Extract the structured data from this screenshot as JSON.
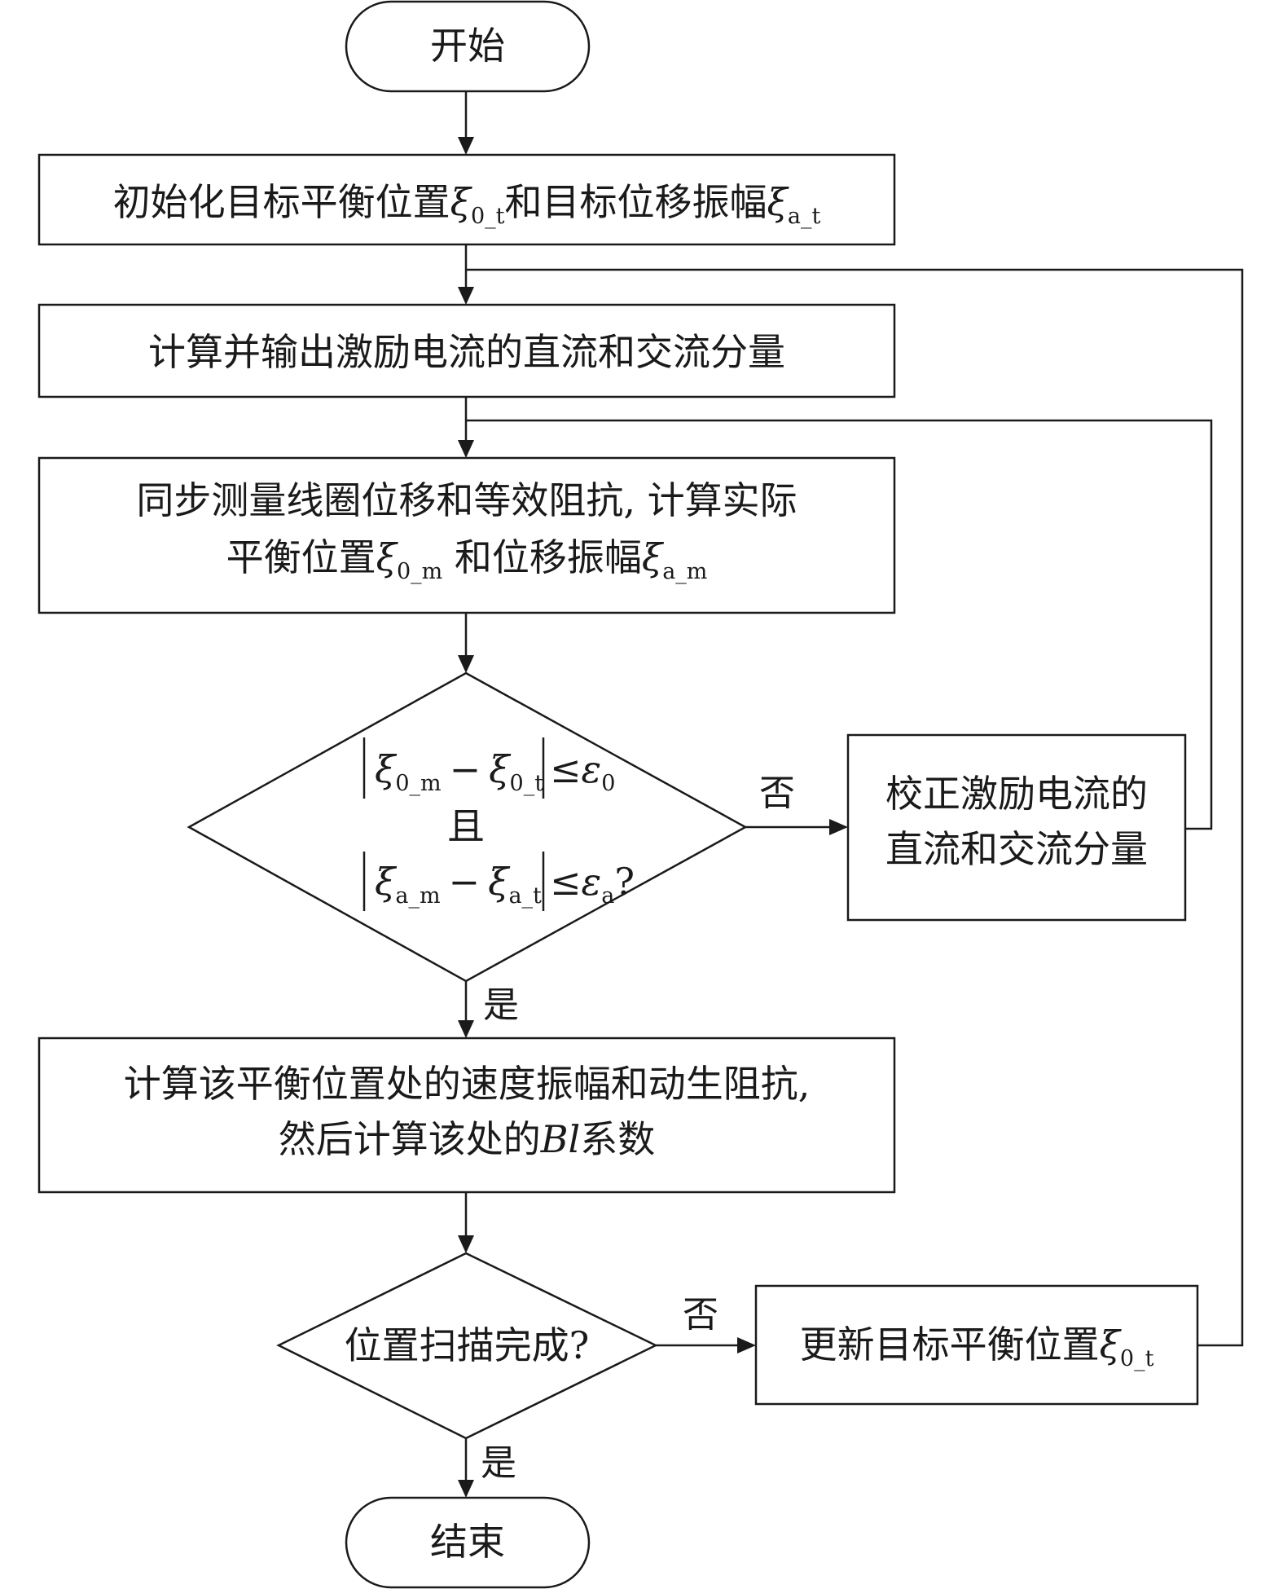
{
  "flowchart": {
    "start": "开始",
    "end": "结束",
    "init": {
      "text": "初始化目标平衡位置",
      "sym1": "ξ",
      "sub1": "0_t",
      "mid": "和目标位移振幅",
      "sym2": "ξ",
      "sub2": "a_t"
    },
    "compute_current": "计算并输出激励电流的直流和交流分量",
    "measure": {
      "line1": "同步测量线圈位移和等效阻抗, 计算实际",
      "line2_a": "平衡位置",
      "sym1": "ξ",
      "sub1": "0_m",
      "line2_b": " 和位移振幅",
      "sym2": "ξ",
      "sub2": "a_m"
    },
    "decision1": {
      "sym": "ξ",
      "r1_sub_a": "0_m",
      "r1_minus": "−",
      "r1_sub_b": "0_t",
      "r1_le": "≤",
      "r1_eps": "ε",
      "r1_eps_sub": "0",
      "and": "且",
      "r2_sub_a": "a_m",
      "r2_minus": "−",
      "r2_sub_b": "a_t",
      "r2_le": "≤",
      "r2_eps": "ε",
      "r2_eps_sub": "a",
      "r2_q": "?"
    },
    "correct": {
      "line1": "校正激励电流的",
      "line2": "直流和交流分量"
    },
    "compute_bl": {
      "line1": "计算该平衡位置处的速度振幅和动生阻抗,",
      "line2_a": "然后计算该处的",
      "line2_sym": "Bl",
      "line2_b": "系数"
    },
    "decision2": "位置扫描完成?",
    "update": {
      "text": "更新目标平衡位置",
      "sym": "ξ",
      "sub": "0_t"
    },
    "yes": "是",
    "no": "否"
  }
}
